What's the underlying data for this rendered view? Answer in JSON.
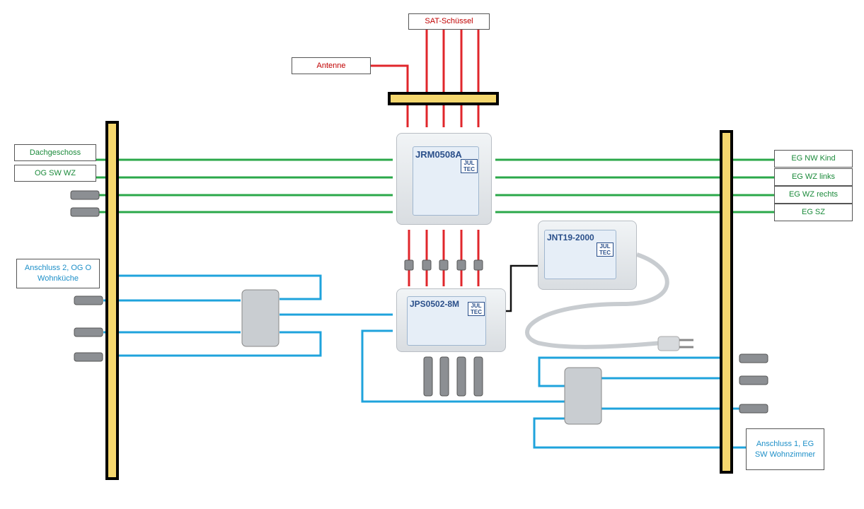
{
  "labels": {
    "sat": "SAT-Schüssel",
    "antenna": "Antenne",
    "left": [
      "Dachgeschoss",
      "OG SW WZ"
    ],
    "right": [
      "EG NW Kind",
      "EG WZ links",
      "EG WZ rechts",
      "EG SZ"
    ],
    "conn2": "Anschluss 2,  OG O Wohnküche",
    "conn1": "Anschluss 1, EG SW Wohnzimmer"
  },
  "devices": {
    "multiswitch": {
      "model": "JRM0508A",
      "brand": "JUL TEC"
    },
    "amp": {
      "model": "JPS0502-8M",
      "brand": "JUL TEC"
    },
    "psu": {
      "model": "JNT19-2000",
      "brand": "JUL TEC"
    }
  },
  "colors": {
    "sat_line": "#e0262b",
    "tv_line": "#2ba84a",
    "coax_line": "#1fa3dc",
    "bar": "#f5d76e",
    "power": "#111111"
  }
}
